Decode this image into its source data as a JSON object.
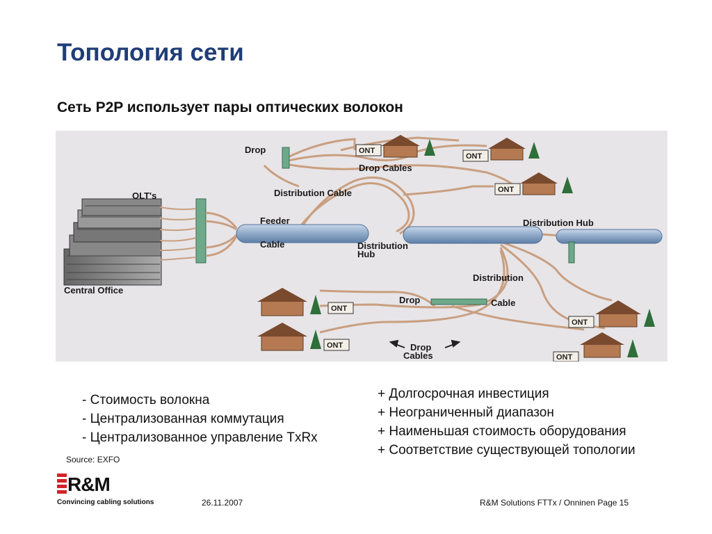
{
  "slide": {
    "title": "Топология сети",
    "subtitle": "Сеть P2P использует пары оптических волокон"
  },
  "diagram": {
    "labels": {
      "drop_top": "Drop",
      "drop_cables_top": "Drop Cables",
      "distribution_cable_top": "Distribution Cable",
      "olts": "OLT's",
      "feeder": "Feeder",
      "cable": "Cable",
      "distribution_hub_1": "Distribution",
      "distribution_hub_2": "Hub",
      "distribution_hub_right": "Distribution Hub",
      "central_office": "Central Office",
      "distribution_bottom": "Distribution",
      "drop_bottom": "Drop",
      "cable_bottom": "Cable",
      "drop_cables_bottom_1": "Drop",
      "drop_cables_bottom_2": "Cables"
    },
    "ont_label": "ONT"
  },
  "cons": [
    "- Стоимость волокна",
    "- Централизованная коммутация",
    "- Централизованное управление TxRx"
  ],
  "pros": [
    "+ Долгосрочная инвестиция",
    "+ Неограниченный диапазон",
    "+ Наименьшая стоимость оборудования",
    "+ Соответствие существующей топологии"
  ],
  "footer": {
    "source": "Source: EXFO",
    "logo_text": "R&M",
    "tagline": "Convincing cabling solutions",
    "date": "26.11.2007",
    "page_info": "R&M Solutions FTTx / Onninen  Page 15"
  },
  "colors": {
    "title": "#1f3d78",
    "cable": "#c99f80",
    "feeder_tube": "#8fa9c8",
    "logo_red": "#d2232a"
  }
}
